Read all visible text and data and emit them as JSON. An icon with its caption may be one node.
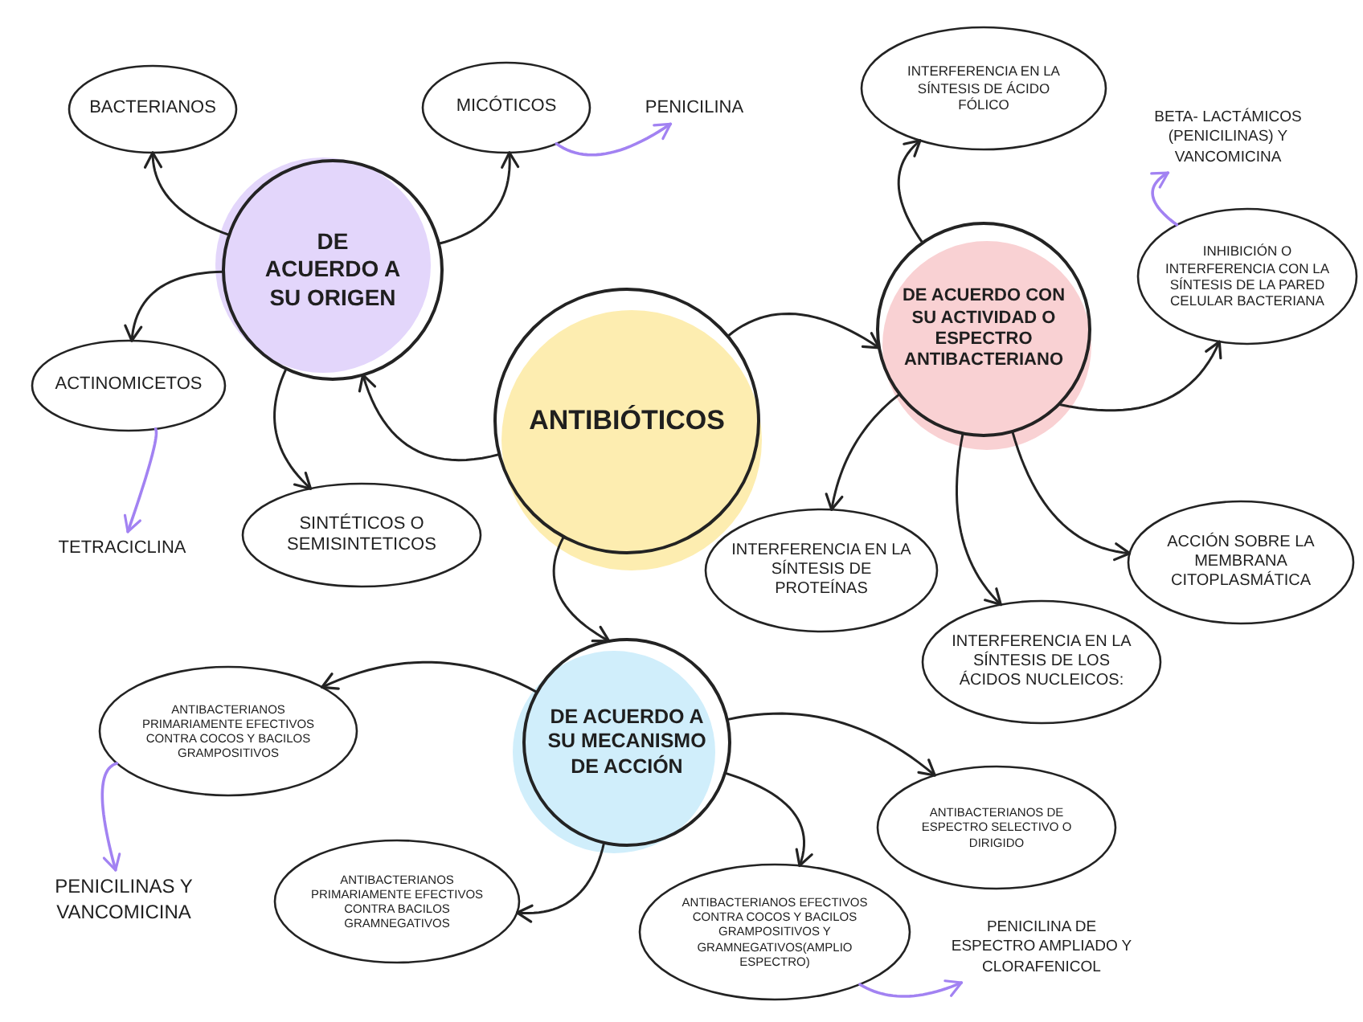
{
  "diagram": {
    "nodes": [
      {
        "text": [
          "ANTIBIÓTICOS"
        ]
      },
      {
        "text": [
          "DE ACUERDO A SU ORIGEN"
        ]
      },
      {
        "text": [
          "BACTERIANOS"
        ]
      },
      {
        "text": [
          "MICÓTICOS"
        ]
      },
      {
        "text": [
          "PENICILINA"
        ]
      },
      {
        "text": [
          "ACTINOMICETOS"
        ]
      },
      {
        "text": [
          "TETRACICLINA"
        ]
      },
      {
        "text": [
          "SINTÉTICOS O SEMISINTETICOS"
        ]
      },
      {
        "text": [
          "DE ACUERDO CON SU ACTIVIDAD O ESPECTRO ANTIBACTERIANO"
        ]
      },
      {
        "text": [
          "INTERFERENCIA EN LA SÍNTESIS DE ÁCIDO FÓLICO"
        ]
      },
      {
        "text": [
          "BETA- LACTÁMICOS (PENICILINAS) Y VANCOMICINA"
        ]
      },
      {
        "text": [
          "INHIBICIÓN O INTERFERENCIA CON LA SÍNTESIS DE LA PARED CELULAR BACTERIANA"
        ]
      },
      {
        "text": [
          "INTERFERENCIA EN LA SÍNTESIS DE PROTEÍNAS"
        ]
      },
      {
        "text": [
          "INTERFERENCIA EN LA SÍNTESIS DE LOS ÁCIDOS NUCLEICOS:"
        ]
      },
      {
        "text": [
          "ACCIÓN SOBRE LA MEMBRANA CITOPLASMÁTICA"
        ]
      },
      {
        "text": [
          "DE ACUERDO A SU MECANISMO DE ACCIÓN"
        ]
      },
      {
        "text": [
          "ANTIBACTERIANOS PRIMARIAMENTE EFECTIVOS CONTRA COCOS Y BACILOS GRAMPOSITIVOS"
        ]
      },
      {
        "text": [
          "PENICILINAS Y VANCOMICINA"
        ]
      },
      {
        "text": [
          "ANTIBACTERIANOS PRIMARIAMENTE EFECTIVOS CONTRA BACILOS GRAMNEGATIVOS"
        ]
      },
      {
        "text": [
          "ANTIBACTERIANOS EFECTIVOS CONTRA COCOS Y BACILOS GRAMPOSITIVOS Y GRAMNEGATIVOS(AMPLIO ESPECTRO)"
        ]
      },
      {
        "text": [
          "ANTIBACTERIANOS DE ESPECTRO SELECTIVO O DIRIGIDO"
        ]
      },
      {
        "text": [
          "PENICILINA DE ESPECTRO AMPLIADO Y CLORAFENICOL"
        ]
      }
    ],
    "edges": [
      {
        "from": 0,
        "to": 1,
        "arrow": "to"
      },
      {
        "from": 1,
        "to": 2,
        "arrow": "to"
      },
      {
        "from": 1,
        "to": 3,
        "arrow": "to"
      },
      {
        "from": 3,
        "to": 4,
        "arrow": "to",
        "color": "#a282f2"
      },
      {
        "from": 1,
        "to": 5,
        "arrow": "to"
      },
      {
        "from": 5,
        "to": 6,
        "arrow": "to",
        "color": "#a282f2"
      },
      {
        "from": 1,
        "to": 7,
        "arrow": "to"
      },
      {
        "from": 0,
        "to": 8,
        "arrow": "to"
      },
      {
        "from": 8,
        "to": 9,
        "arrow": "to"
      },
      {
        "from": 8,
        "to": 11,
        "arrow": "to"
      },
      {
        "from": 11,
        "to": 10,
        "arrow": "to",
        "color": "#a282f2"
      },
      {
        "from": 8,
        "to": 12,
        "arrow": "to"
      },
      {
        "from": 8,
        "to": 13,
        "arrow": "to"
      },
      {
        "from": 8,
        "to": 14,
        "arrow": "to"
      },
      {
        "from": 0,
        "to": 15,
        "arrow": "to"
      },
      {
        "from": 15,
        "to": 16,
        "arrow": "to"
      },
      {
        "from": 16,
        "to": 17,
        "arrow": "to",
        "color": "#a282f2"
      },
      {
        "from": 15,
        "to": 18,
        "arrow": "to"
      },
      {
        "from": 15,
        "to": 19,
        "arrow": "to"
      },
      {
        "from": 15,
        "to": 20,
        "arrow": "to"
      },
      {
        "from": 19,
        "to": 21,
        "arrow": "to",
        "color": "#a282f2"
      }
    ]
  }
}
